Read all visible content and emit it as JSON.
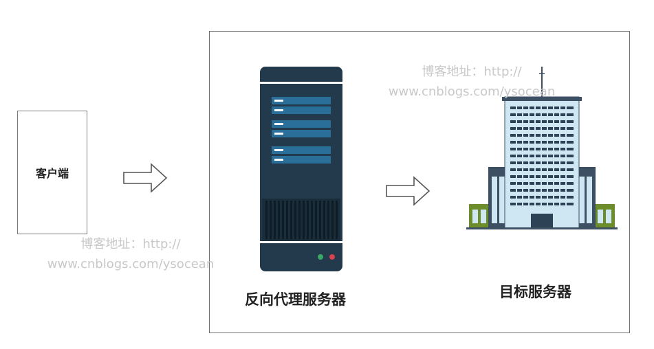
{
  "client": {
    "label": "客户端"
  },
  "proxy_server": {
    "label": "反向代理服务器"
  },
  "target_server": {
    "label": "目标服务器"
  },
  "watermarks": [
    {
      "line1": "博客地址：http://",
      "line2": "www.cnblogs.com/ysocean"
    },
    {
      "line1": "博客地址：http://",
      "line2": "www.cnblogs.com/ysocean"
    }
  ],
  "colors": {
    "server_body": "#223a4c",
    "server_panel": "#2a6f9a",
    "building_glass": "#cfe7f2",
    "building_side": "#3d4f63",
    "building_green": "#6d8c2c"
  }
}
